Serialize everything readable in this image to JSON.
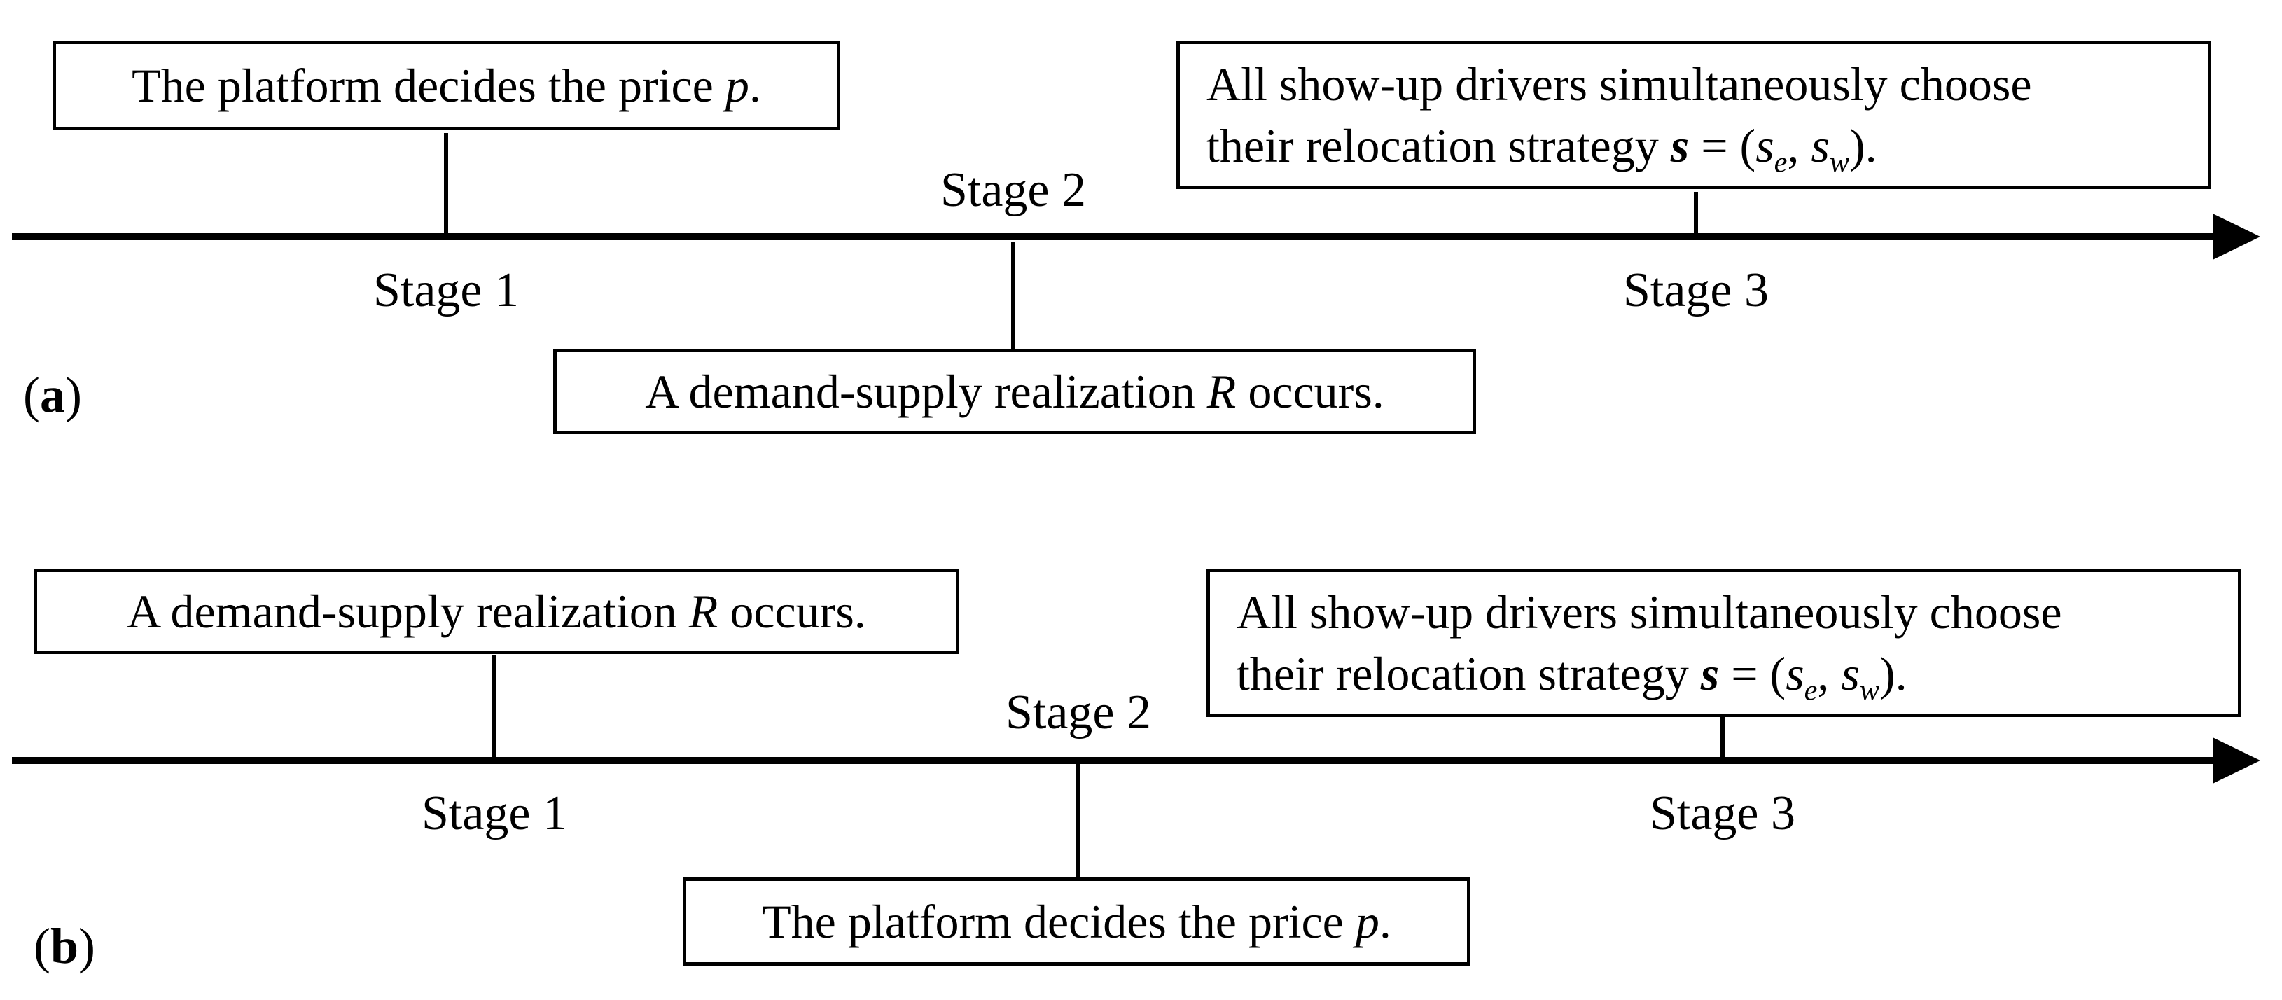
{
  "diagram": {
    "background_color": "#ffffff",
    "line_color": "#000000",
    "stages": {
      "stage1": "Stage 1",
      "stage2": "Stage 2",
      "stage3": "Stage 3"
    },
    "events": {
      "platform_price": {
        "pre": "The platform decides the price ",
        "var": "p",
        "post": "."
      },
      "demand_supply": {
        "pre": "A demand-supply realization ",
        "var": "R",
        "post": " occurs."
      },
      "drivers_choose": {
        "line1": "All show-up drivers simultaneously choose",
        "line2_pre": "their relocation strategy ",
        "vector": "s",
        "equals": " = (",
        "s_east": "s",
        "sub_east": "e",
        "separator": ", ",
        "s_west": "s",
        "sub_west": "w",
        "close": ")."
      }
    },
    "panels": [
      {
        "label_open": "(",
        "label_letter": "a",
        "label_close": ")"
      },
      {
        "label_open": "(",
        "label_letter": "b",
        "label_close": ")"
      }
    ]
  }
}
